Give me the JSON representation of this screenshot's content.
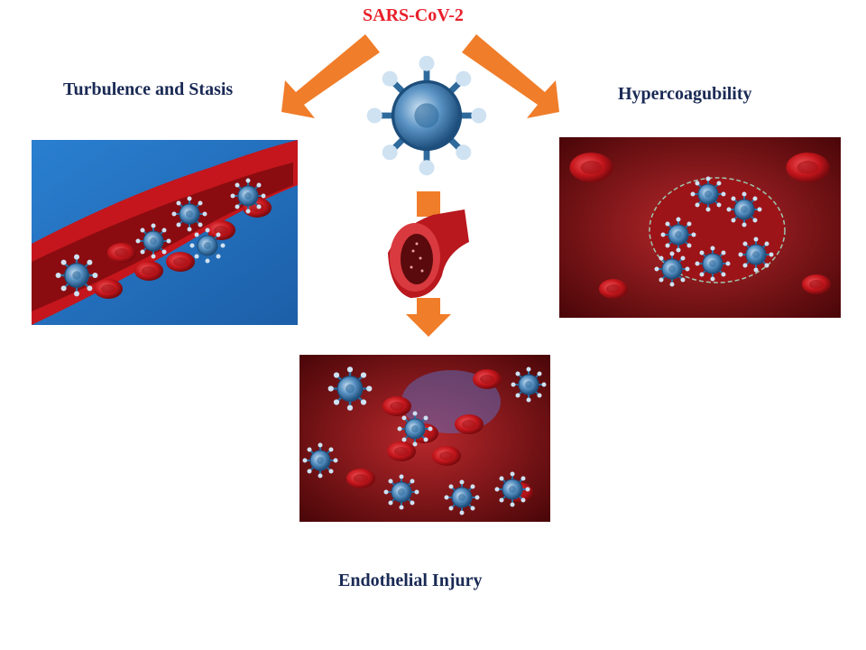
{
  "diagram": {
    "title": "SARS-CoV-2",
    "conditions": {
      "left": "Turbulence and Stasis",
      "right": "Hypercoagubility",
      "bottom": "Endothelial Injury"
    },
    "colors": {
      "title": "#e8202a",
      "labels": "#1a2a55",
      "arrows": "#f07d2a",
      "virus": "#3a76a8",
      "blood": "#c4161c"
    },
    "icons": [
      "virus-icon",
      "blood-vessel-icon"
    ]
  }
}
